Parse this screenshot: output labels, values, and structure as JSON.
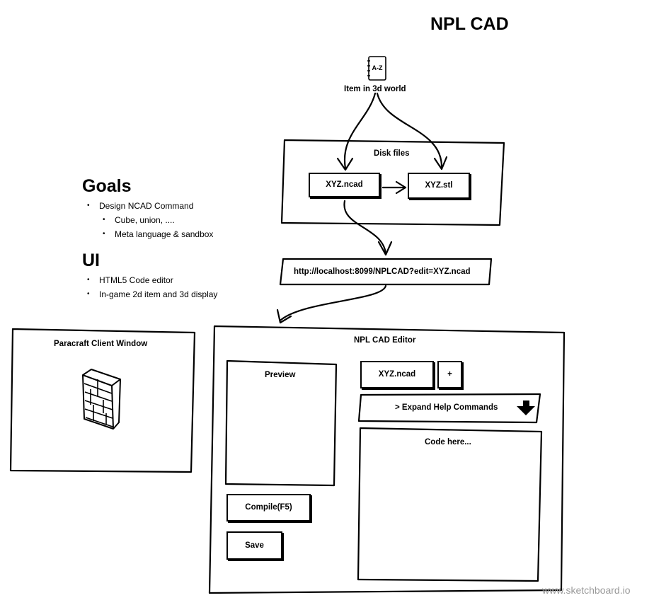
{
  "title": "NPL CAD",
  "item_label": "Item in 3d world",
  "item_icon": "address-book-icon",
  "item_icon_text": "A-Z",
  "disk_files": {
    "label": "Disk files",
    "ncad_file": "XYZ.ncad",
    "stl_file": "XYZ.stl"
  },
  "url": "http://localhost:8099/NPLCAD?edit=XYZ.ncad",
  "goals": {
    "heading": "Goals",
    "items": [
      "Design NCAD Command"
    ],
    "sub_items": [
      "Cube, union, ....",
      "Meta language & sandbox"
    ]
  },
  "ui": {
    "heading": "UI",
    "items": [
      "HTML5 Code editor",
      "In-game 2d item and 3d display"
    ]
  },
  "client_window": {
    "title": "Paracraft Client Window",
    "icon": "brick-wall-icon"
  },
  "editor": {
    "title": "NPL CAD Editor",
    "preview_label": "Preview",
    "compile_button": "Compile(F5)",
    "save_button": "Save",
    "file_tab": "XYZ.ncad",
    "add_tab_button": "+",
    "help_bar": "> Expand Help Commands",
    "code_placeholder": "Code here..."
  },
  "watermark": "www.sketchboard.io"
}
